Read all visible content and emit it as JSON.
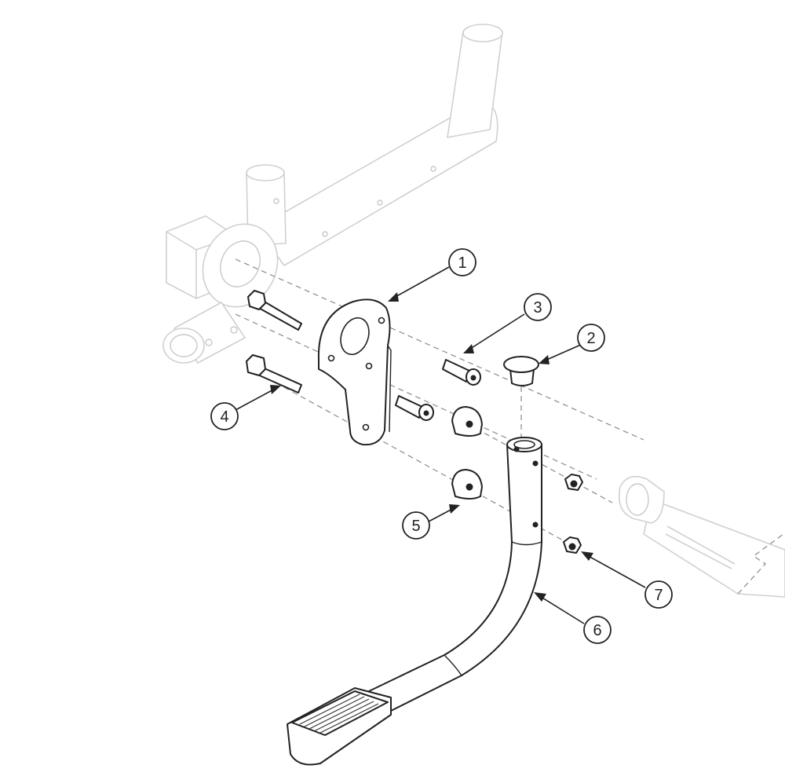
{
  "diagram": {
    "type": "exploded-parts-diagram",
    "callouts": [
      {
        "id": "1",
        "label": "1"
      },
      {
        "id": "2",
        "label": "2"
      },
      {
        "id": "3",
        "label": "3"
      },
      {
        "id": "4",
        "label": "4"
      },
      {
        "id": "5",
        "label": "5"
      },
      {
        "id": "6",
        "label": "6"
      },
      {
        "id": "7",
        "label": "7"
      }
    ],
    "colors": {
      "ink": "#222222",
      "ghost_frame": "#d0d0d0",
      "assembly_lines": "#8a8a8a",
      "background": "#ffffff"
    }
  }
}
